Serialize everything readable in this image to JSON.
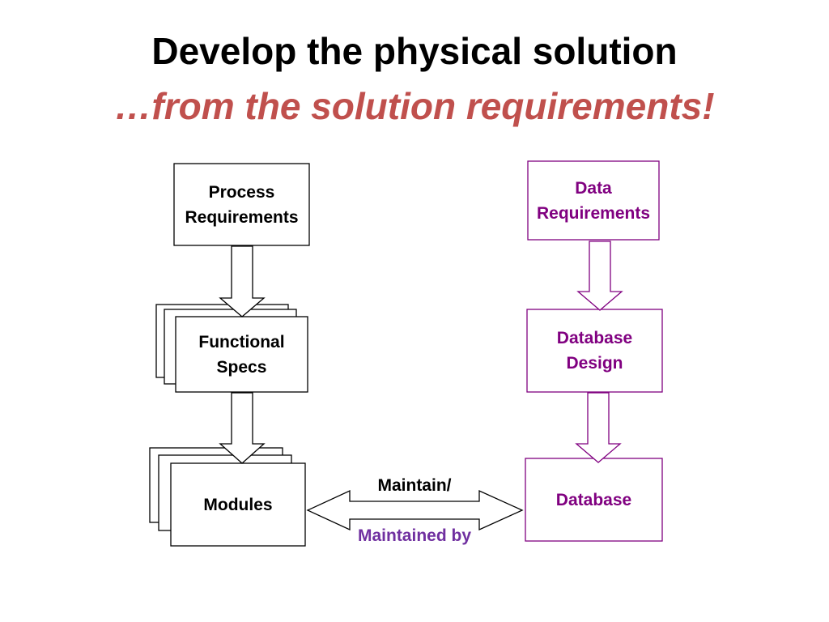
{
  "slide": {
    "title": "Develop the physical solution",
    "subtitle": "…from the solution requirements!"
  },
  "nodes": {
    "process_requirements": "Process\nRequirements",
    "functional_specs": "Functional\nSpecs",
    "modules": "Modules",
    "data_requirements": "Data\nRequirements",
    "database_design": "Database\nDesign",
    "database": "Database"
  },
  "edges": {
    "maintain": "Maintain/",
    "maintained_by": "Maintained by"
  },
  "colors": {
    "left_border": "#000000",
    "right_border": "#800080",
    "right_text": "#800080",
    "subtitle": "#c0504d",
    "maintained_by": "#7030a0"
  }
}
